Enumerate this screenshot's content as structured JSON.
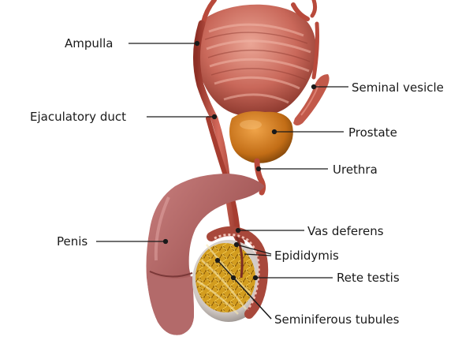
{
  "diagram": {
    "labels": {
      "ampulla": "Ampulla",
      "seminal_vesicle": "Seminal vesicle",
      "ejaculatory_duct": "Ejaculatory duct",
      "prostate": "Prostate",
      "urethra": "Urethra",
      "penis": "Penis",
      "vas_deferens": "Vas deferens",
      "epididymis": "Epididymis",
      "rete_testis": "Rete testis",
      "seminiferous_tubules": "Seminiferous tubules"
    },
    "colors": {
      "tissue": "#c9685a",
      "duct": "#b84a3c",
      "prostate": "#c8741a",
      "tubules": "#d9a21e",
      "leader": "#1a1a1a"
    }
  }
}
